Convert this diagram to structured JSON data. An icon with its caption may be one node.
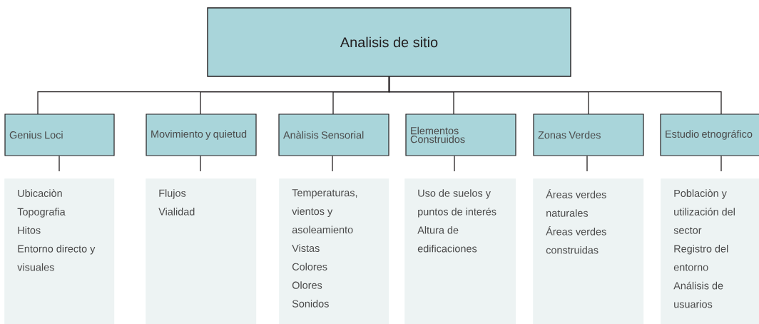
{
  "diagram": {
    "nodes": [
      {
        "text": [
          "Analisis de sitio"
        ]
      },
      {
        "text": [
          "Genius Loci"
        ]
      },
      {
        "text": [
          "Movimiento y quietud"
        ]
      },
      {
        "text": [
          "Anàlisis Sensorial"
        ]
      },
      {
        "text": [
          "Elementos Construidos"
        ]
      },
      {
        "text": [
          "Zonas Verdes"
        ]
      },
      {
        "text": [
          "Estudio etnográfico"
        ]
      },
      {
        "text": [
          "Ubicaciòn",
          "Topografia",
          "Hitos",
          "Entorno directo y visuales"
        ]
      },
      {
        "text": [
          "Flujos",
          "Vialidad"
        ]
      },
      {
        "text": [
          "Temperaturas, vientos y asoleamiento",
          "Vistas",
          "Colores",
          "Olores",
          "Sonidos"
        ]
      },
      {
        "text": [
          "Uso de suelos y puntos de interés",
          "Altura de edificaciones"
        ]
      },
      {
        "text": [
          "Áreas verdes naturales",
          "Áreas verdes construidas"
        ]
      },
      {
        "text": [
          "Poblaciòn y utilización del sector",
          "Registro del entorno",
          "Análisis de usuarios"
        ]
      }
    ],
    "edges": [
      {
        "from": 0,
        "to": 1,
        "arrow": "none"
      },
      {
        "from": 0,
        "to": 2,
        "arrow": "none"
      },
      {
        "from": 0,
        "to": 3,
        "arrow": "none"
      },
      {
        "from": 0,
        "to": 4,
        "arrow": "none"
      },
      {
        "from": 0,
        "to": 5,
        "arrow": "none"
      },
      {
        "from": 0,
        "to": 6,
        "arrow": "none"
      },
      {
        "from": 1,
        "to": 7,
        "arrow": "none"
      },
      {
        "from": 2,
        "to": 8,
        "arrow": "none"
      },
      {
        "from": 3,
        "to": 9,
        "arrow": "none"
      },
      {
        "from": 4,
        "to": 10,
        "arrow": "none"
      },
      {
        "from": 5,
        "to": 11,
        "arrow": "none"
      },
      {
        "from": 6,
        "to": 12,
        "arrow": "none"
      }
    ]
  }
}
